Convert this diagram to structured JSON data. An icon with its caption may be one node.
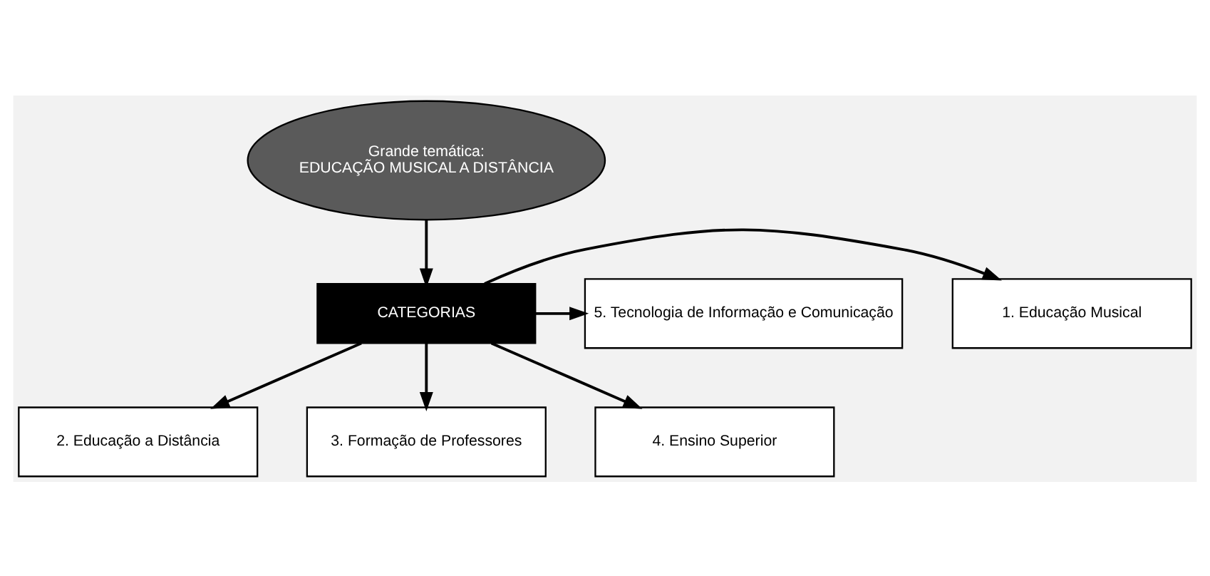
{
  "diagram": {
    "nodes": [
      {
        "text": [
          "Grande temática:",
          "EDUCAÇÃO MUSICAL A DISTÂNCIA"
        ]
      },
      {
        "text": [
          "CATEGORIAS"
        ]
      },
      {
        "text": [
          "1. Educação Musical"
        ]
      },
      {
        "text": [
          "2. Educação a Distância"
        ]
      },
      {
        "text": [
          "3. Formação de Professores"
        ]
      },
      {
        "text": [
          "4. Ensino Superior"
        ]
      },
      {
        "text": [
          "5. Tecnologia de Informação e Comunicação"
        ]
      }
    ],
    "edges": [
      {
        "from": 0,
        "to": 1,
        "arrow": "to"
      },
      {
        "from": 1,
        "to": 2,
        "arrow": "to"
      },
      {
        "from": 1,
        "to": 3,
        "arrow": "to"
      },
      {
        "from": 1,
        "to": 4,
        "arrow": "to"
      },
      {
        "from": 1,
        "to": 5,
        "arrow": "to"
      },
      {
        "from": 1,
        "to": 6,
        "arrow": "to"
      }
    ]
  }
}
